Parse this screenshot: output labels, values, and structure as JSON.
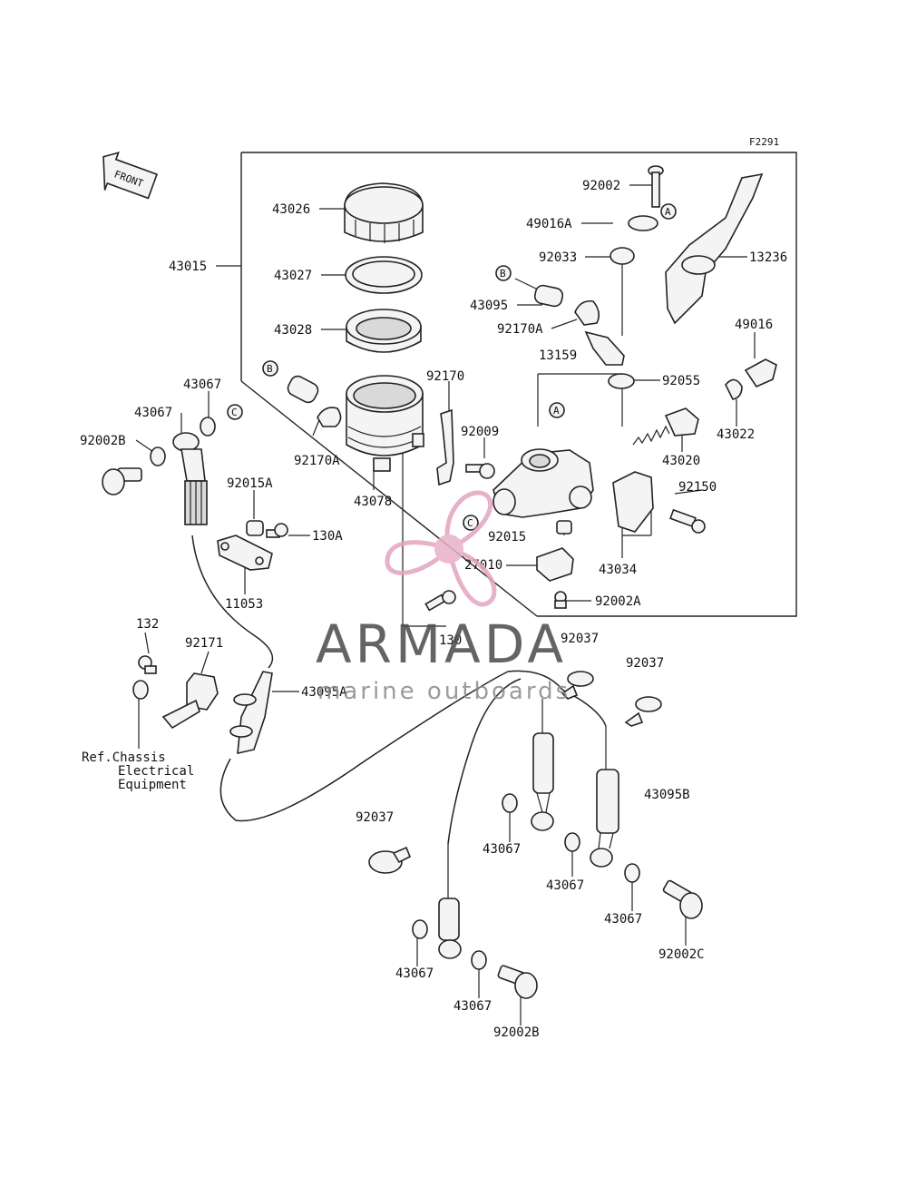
{
  "figure_code": "F2291",
  "front_arrow": "FRONT",
  "watermark": {
    "brand": "ARMADA",
    "tagline": "marine outboards",
    "color": "#e2a4c0"
  },
  "callouts": {
    "A": "A",
    "B": "B",
    "C": "C"
  },
  "ref_note": [
    "Ref.Chassis",
    "Electrical",
    "Equipment"
  ],
  "labels": {
    "p43026": "43026",
    "p43027": "43027",
    "p43028": "43028",
    "p43015": "43015",
    "p43067a": "43067",
    "p43067b": "43067",
    "p92002B_a": "92002B",
    "p92015A": "92015A",
    "p130A": "130A",
    "p11053": "11053",
    "p92170": "92170",
    "p92170A_a": "92170A",
    "p43078": "43078",
    "p92009": "92009",
    "p92002": "92002",
    "p49016A": "49016A",
    "p92033": "92033",
    "p43095": "43095",
    "p92170A_b": "92170A",
    "p13159": "13159",
    "p92055": "92055",
    "p13236": "13236",
    "p49016": "49016",
    "p43022": "43022",
    "p43020": "43020",
    "p92150": "92150",
    "p92015": "92015",
    "p27010": "27010",
    "p43034": "43034",
    "p92002A": "92002A",
    "p132": "132",
    "p92171": "92171",
    "p130": "130",
    "p43095A": "43095A",
    "p92037a": "92037",
    "p92037b": "92037",
    "p92037c": "92037",
    "p43095B": "43095B",
    "p43067c": "43067",
    "p43067d": "43067",
    "p43067e": "43067",
    "p43067f": "43067",
    "p43067g": "43067",
    "p92002C": "92002C",
    "p92002B_b": "92002B"
  }
}
